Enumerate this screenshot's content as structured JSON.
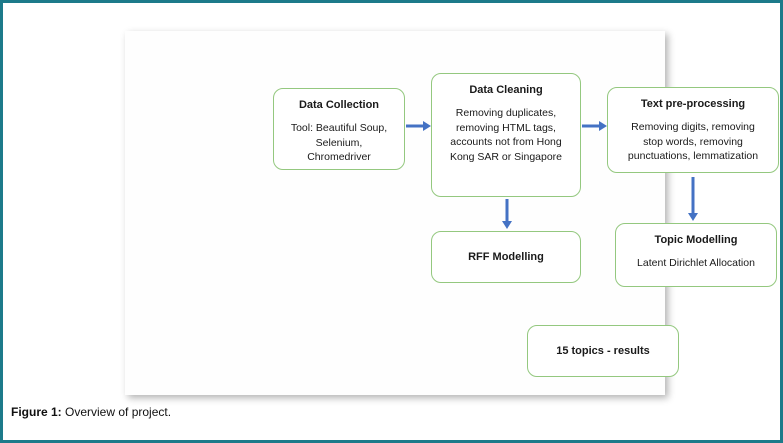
{
  "caption": {
    "label": "Figure 1:",
    "text": " Overview of project."
  },
  "nodes": {
    "data_collection": {
      "title": "Data Collection",
      "body": "Tool: Beautiful Soup,\nSelenium,\nChromedriver"
    },
    "data_cleaning": {
      "title": "Data Cleaning",
      "body": "Removing duplicates,\nremoving HTML tags,\naccounts not from Hong\nKong SAR or Singapore"
    },
    "text_preprocessing": {
      "title": "Text pre-processing",
      "body": "Removing digits, removing\nstop words, removing\npunctuations, lemmatization"
    },
    "rff_modelling": {
      "title": "RFF Modelling"
    },
    "topic_modelling": {
      "title": "Topic Modelling",
      "body": "Latent Dirichlet Allocation"
    },
    "topics_results": {
      "title": "15 topics - results"
    }
  },
  "colors": {
    "frame": "#1d7a8a",
    "node_border": "#94c87f",
    "arrow": "#4472c4",
    "text": "#1a1a1a"
  }
}
